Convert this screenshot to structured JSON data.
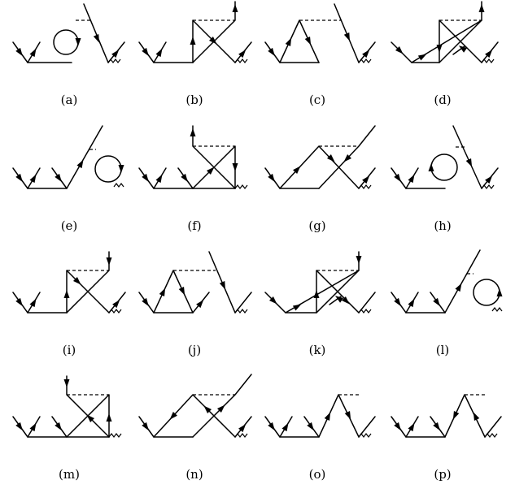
{
  "figure": {
    "panel_labels": [
      "(a)",
      "(b)",
      "(c)",
      "(d)",
      "(e)",
      "(f)",
      "(g)",
      "(h)",
      "(i)",
      "(j)",
      "(k)",
      "(l)",
      "(m)",
      "(n)",
      "(o)",
      "(p)"
    ]
  }
}
